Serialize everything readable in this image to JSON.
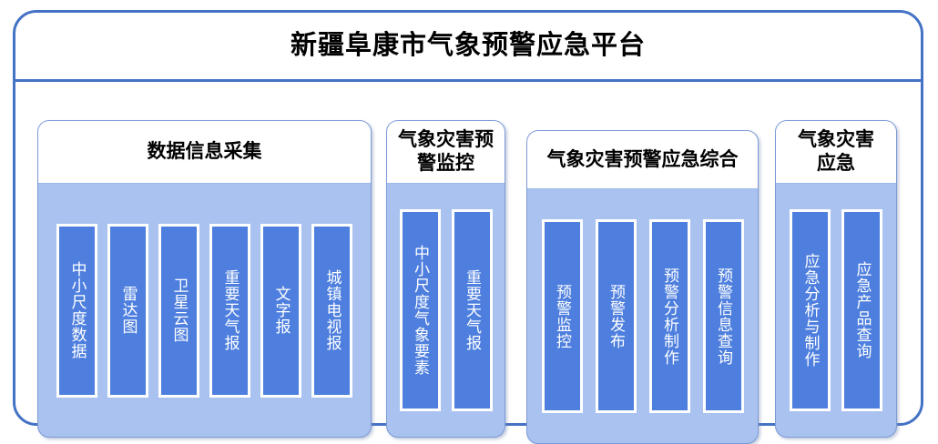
{
  "app": {
    "title": "新疆阜康市气象预警应急平台",
    "frame_border_color": "#4472C4",
    "panel_body_color": "#A9C2F0",
    "item_box_color": "#4E7FDE"
  },
  "panels": [
    {
      "id": "data-collection",
      "title": "数据信息采集",
      "items": [
        {
          "label": "中小尺度数据"
        },
        {
          "label": "雷达图"
        },
        {
          "label": "卫星云图"
        },
        {
          "label": "重要天气报"
        },
        {
          "label": "文字报"
        },
        {
          "label": "城镇电视报"
        }
      ]
    },
    {
      "id": "warning-monitor",
      "title": "气象灾害预\n警监控",
      "items": [
        {
          "label": "中小尺度气象要素"
        },
        {
          "label": "重要天气报"
        }
      ]
    },
    {
      "id": "warning-integrated",
      "title": "气象灾害预警应急综合",
      "items": [
        {
          "label": "预警监控"
        },
        {
          "label": "预警发布"
        },
        {
          "label": "预警分析制作"
        },
        {
          "label": "预警信息查询"
        }
      ]
    },
    {
      "id": "emergency",
      "title": "气象灾害\n应急",
      "items": [
        {
          "label": "应急分析与制作"
        },
        {
          "label": "应急产品查询"
        }
      ]
    }
  ]
}
